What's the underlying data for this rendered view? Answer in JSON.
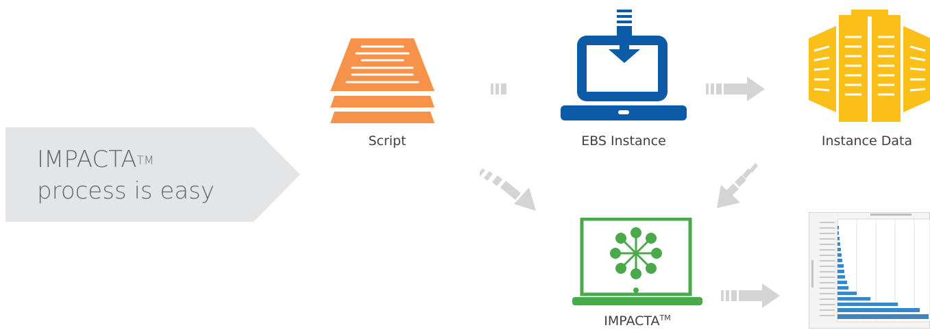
{
  "banner": {
    "line1": "IMPACTA",
    "tm": "TM",
    "line2": "process is easy"
  },
  "nodes": {
    "script": {
      "label": "Script",
      "icon": "script-stack-icon",
      "color": "#f7924a"
    },
    "ebs": {
      "label": "EBS Instance",
      "icon": "laptop-download-icon",
      "color": "#0d5aa7"
    },
    "instance_data": {
      "label": "Instance Data",
      "icon": "server-rack-icon",
      "color": "#fbbf1a"
    },
    "impacta": {
      "label": "IMPACTA",
      "tm": "TM",
      "icon": "laptop-network-icon",
      "color": "#4aa94b"
    },
    "report": {
      "label": "",
      "icon": "bar-chart-report-icon"
    }
  },
  "colors": {
    "arrow": "#d4d4d4",
    "banner": "#e4e5e6"
  }
}
